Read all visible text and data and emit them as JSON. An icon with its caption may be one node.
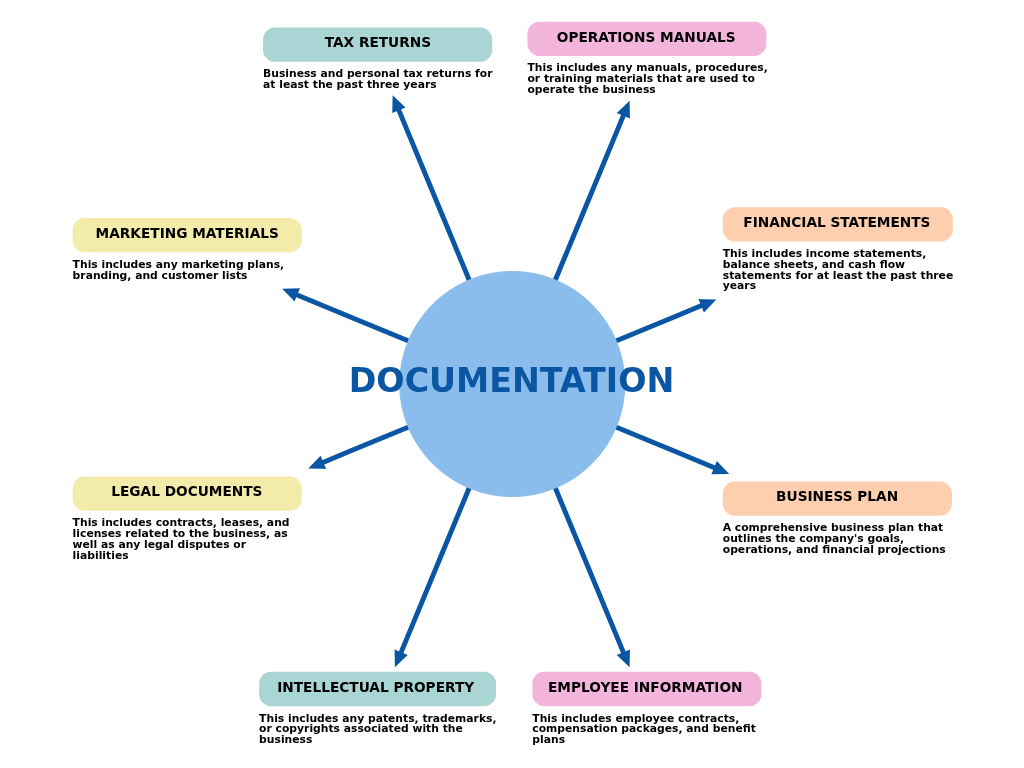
{
  "diagram": {
    "nodes": [
      {
        "text": [
          "DOCUMENTATION"
        ]
      },
      {
        "text": [
          "FINANCIAL STATEMENTS"
        ],
        "beside": [
          "This includes income statements, balance sheets, and cash flow statements for at least the past three years"
        ]
      },
      {
        "text": [
          "OPERATIONS MANUALS"
        ],
        "beside": [
          "This includes any manuals, procedures, or training materials that are used to operate the business"
        ]
      },
      {
        "text": [
          "TAX RETURNS"
        ],
        "beside": [
          "Business and personal tax returns for at least the past three years"
        ]
      },
      {
        "text": [
          "MARKETING MATERIALS"
        ],
        "beside": [
          "This includes any marketing plans, branding, and customer lists"
        ]
      },
      {
        "text": [
          "LEGAL DOCUMENTS"
        ],
        "beside": [
          "This includes contracts, leases, and licenses related to the business, as well as any legal disputes or liabilities"
        ]
      },
      {
        "text": [
          "INTELLECTUAL PROPERTY"
        ],
        "beside": [
          "This includes any patents, trademarks, or copyrights associated with the business"
        ]
      },
      {
        "text": [
          "EMPLOYEE INFORMATION"
        ],
        "beside": [
          "This includes employee contracts, compensation packages, and benefit plans"
        ]
      },
      {
        "text": [
          "BUSINESS PLAN"
        ],
        "beside": [
          "A comprehensive business plan that outlines the company's goals, operations, and financial projections"
        ]
      }
    ],
    "edges": [
      {
        "from": 0,
        "to": 1,
        "arrow": "to"
      },
      {
        "from": 0,
        "to": 2,
        "arrow": "to"
      },
      {
        "from": 0,
        "to": 3,
        "arrow": "to"
      },
      {
        "from": 0,
        "to": 4,
        "arrow": "to"
      },
      {
        "from": 0,
        "to": 5,
        "arrow": "to"
      },
      {
        "from": 0,
        "to": 6,
        "arrow": "to"
      },
      {
        "from": 0,
        "to": 7,
        "arrow": "to"
      },
      {
        "from": 0,
        "to": 8,
        "arrow": "to"
      }
    ]
  }
}
